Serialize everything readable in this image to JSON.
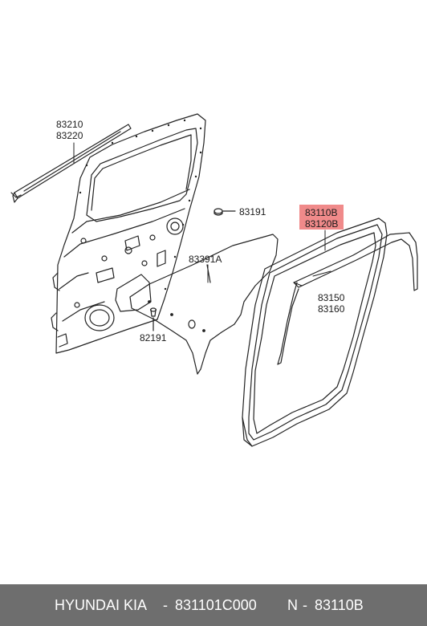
{
  "labels": {
    "strip_upper": "83210",
    "strip_lower": "83220",
    "clip_upper": "83191",
    "film": "83391A",
    "clip_lower": "82191",
    "weatherstrip_upper": "83110B",
    "weatherstrip_lower": "83120B",
    "channel_upper": "83150",
    "channel_lower": "83160"
  },
  "highlight_color": "#f08a8a",
  "footer": {
    "brand": "HYUNDAI  KIA",
    "sep1": "-",
    "part_number": "831101C000",
    "code_prefix": "N",
    "sep2": "-",
    "code": "83110B"
  }
}
